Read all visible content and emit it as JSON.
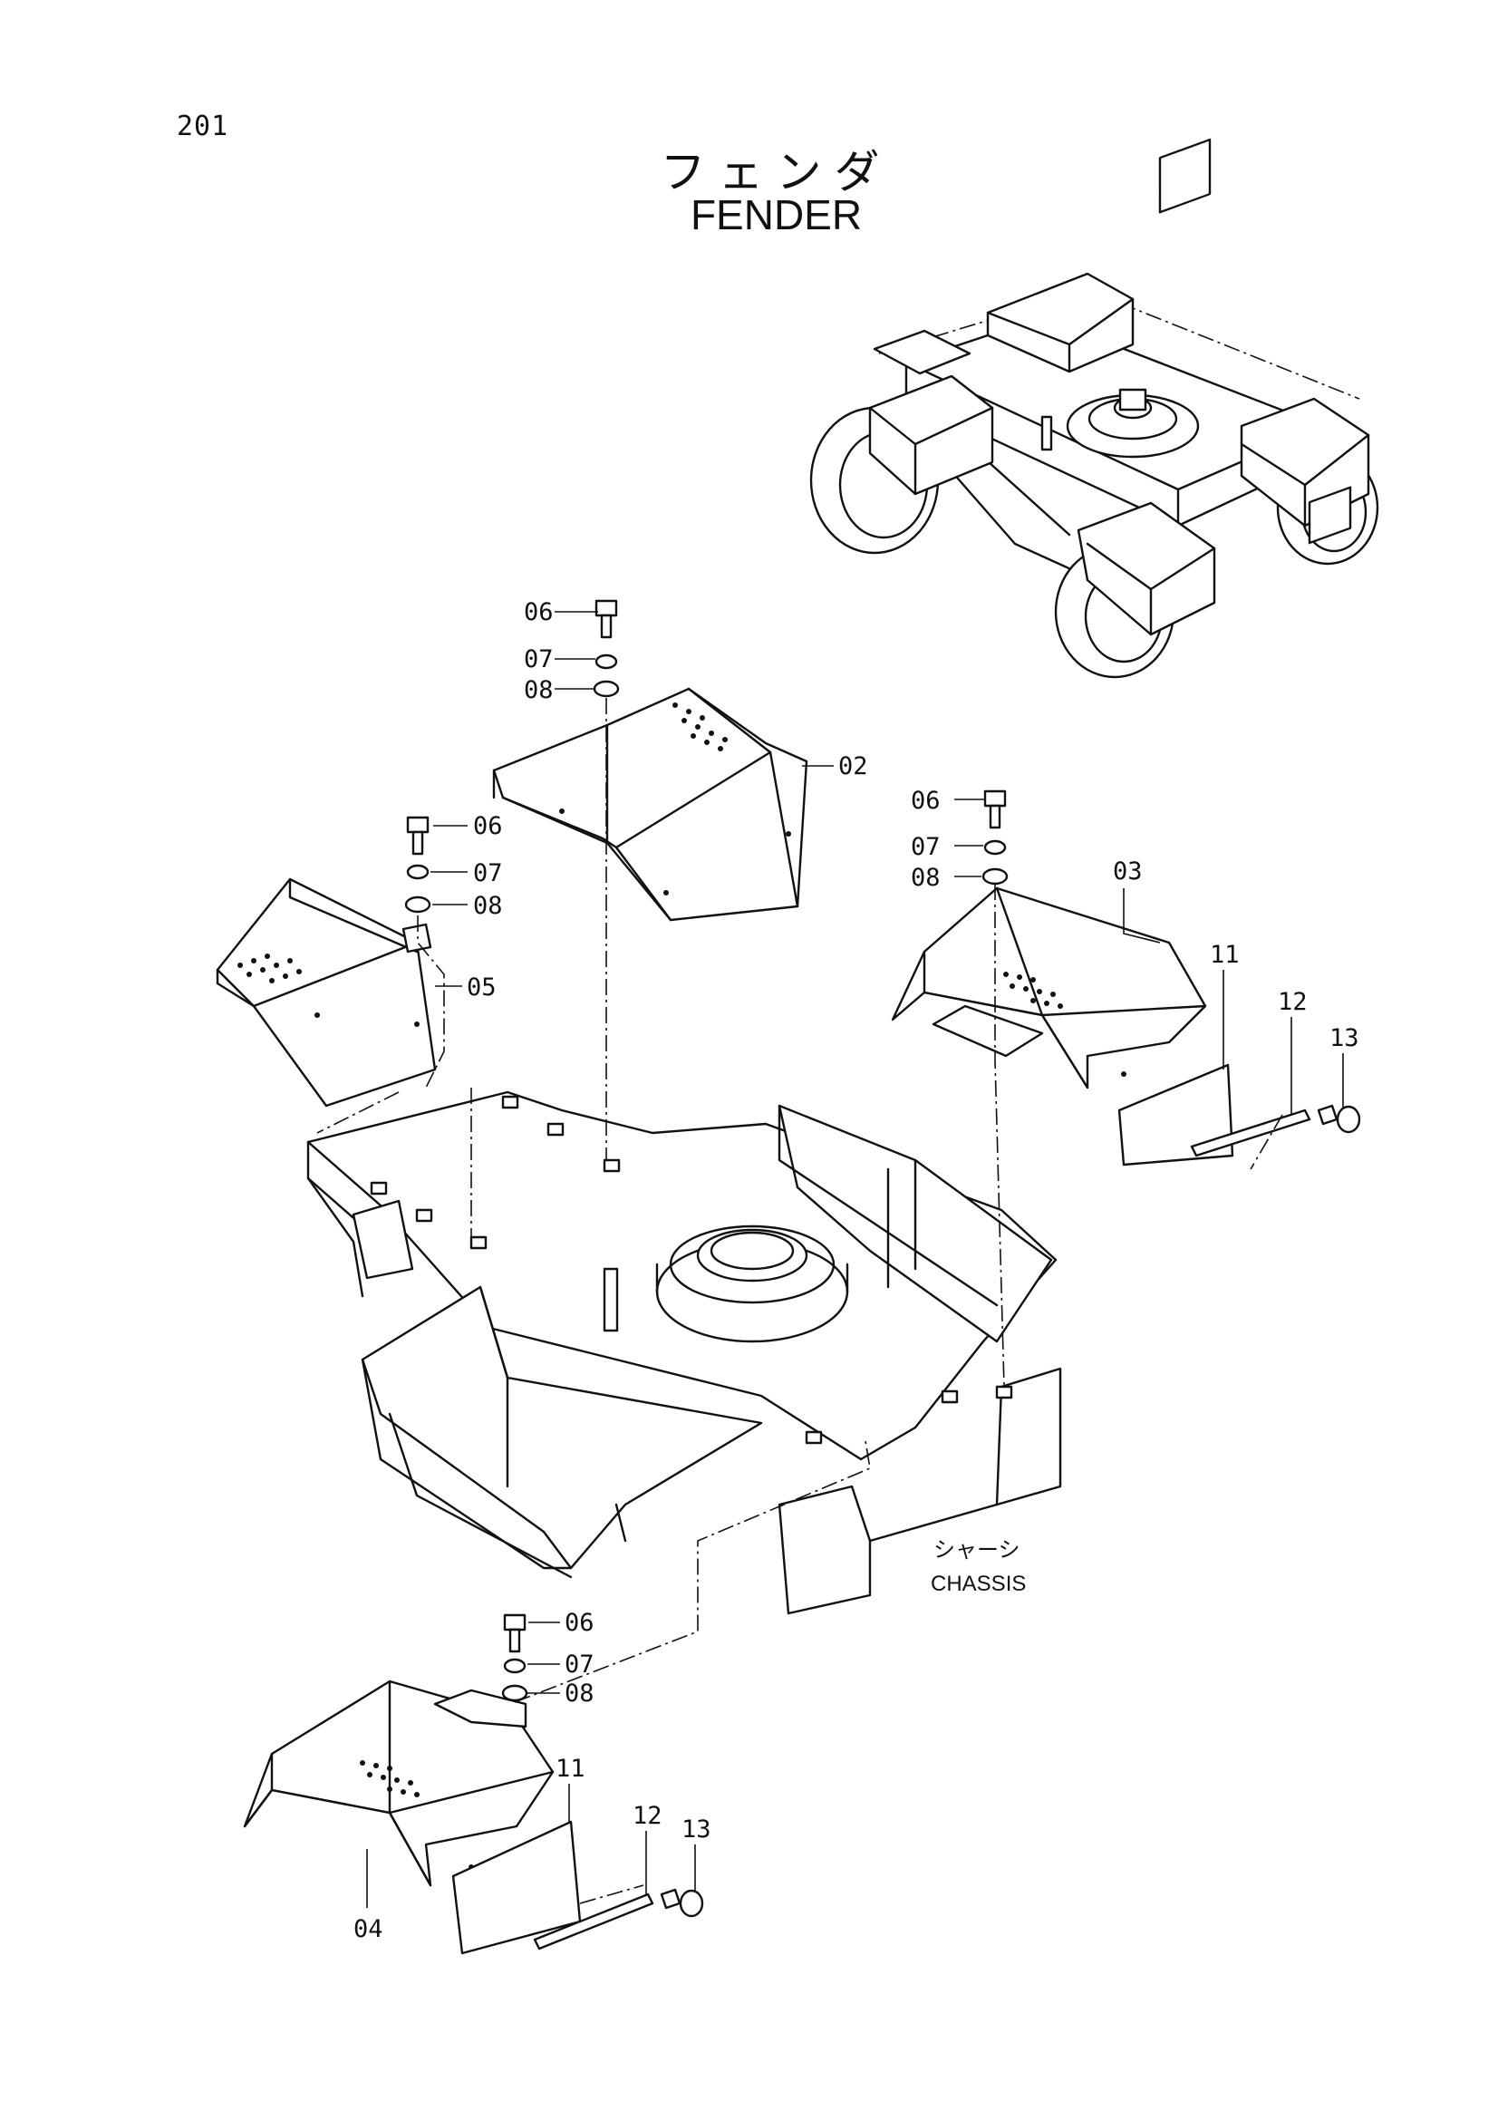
{
  "page_number": "201",
  "title_jp": "フェンダ",
  "title_en": "FENDER",
  "chassis_label_jp": "シャーシ",
  "chassis_label_en": "CHASSIS",
  "callouts": {
    "c02": "02",
    "c03": "03",
    "c04": "04",
    "c05": "05",
    "c06a": "06",
    "c07a": "07",
    "c08a": "08",
    "c06b": "06",
    "c07b": "07",
    "c08b": "08",
    "c06c": "06",
    "c07c": "07",
    "c08c": "08",
    "c06d": "06",
    "c07d": "07",
    "c08d": "08",
    "c11a": "11",
    "c12a": "12",
    "c13a": "13",
    "c11b": "11",
    "c12b": "12",
    "c13b": "13"
  }
}
